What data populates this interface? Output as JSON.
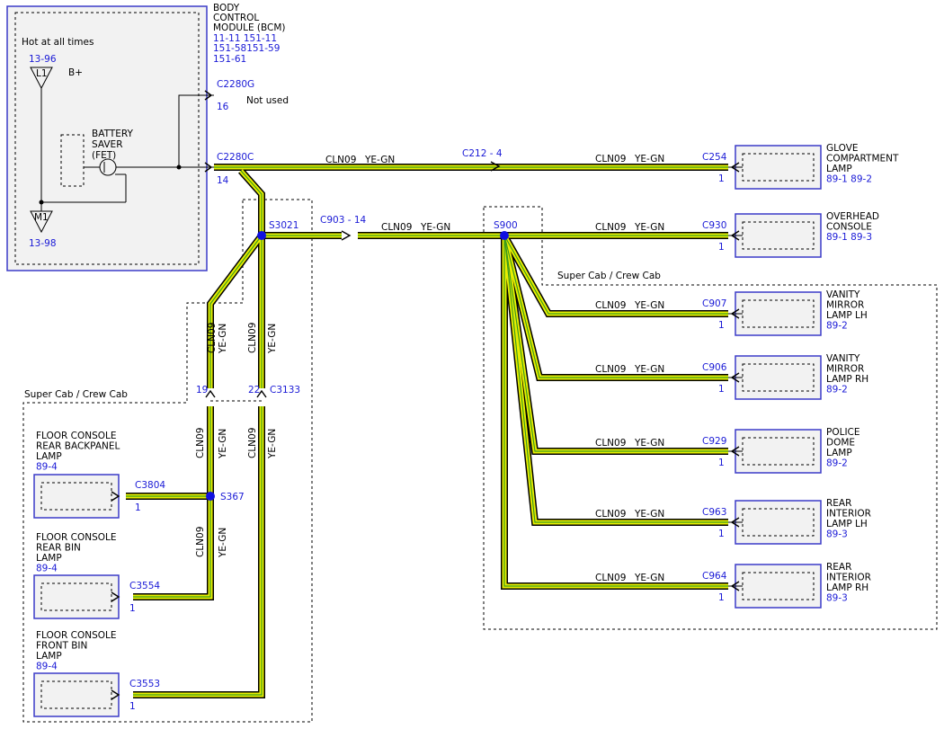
{
  "bcm": {
    "title": [
      "BODY",
      "CONTROL",
      "MODULE (BCM)"
    ],
    "refs": [
      "11-11  151-11",
      "151-58151-59",
      "151-61"
    ],
    "hot_label": "Hot at all times",
    "l1_ref": "13-96",
    "l1_label": "L1",
    "bplus": "B+",
    "battery_saver": [
      "BATTERY",
      "SAVER",
      "(FET)"
    ],
    "m1_label": "M1",
    "m1_ref": "13-98"
  },
  "connectors": {
    "c2280g": "C2280G",
    "c2280g_pin": "16",
    "not_used": "Not used",
    "c2280c": "C2280C",
    "c2280c_pin": "14",
    "c212": "C212 - 4",
    "c903": "C903 - 14",
    "s3021": "S3021",
    "s900": "S900",
    "s367": "S367",
    "pin19": "19",
    "pin22": "22",
    "c3133": "C3133"
  },
  "wire": {
    "circuit": "CLN09",
    "color": "YE-GN"
  },
  "regions": {
    "super_cab_right": "Super Cab / Crew Cab",
    "super_cab_left": "Super Cab / Crew Cab"
  },
  "right_components": [
    {
      "connector": "C254",
      "pin": "1",
      "name": [
        "GLOVE",
        "COMPARTMENT",
        "LAMP"
      ],
      "refs": "89-1  89-2"
    },
    {
      "connector": "C930",
      "pin": "1",
      "name": [
        "OVERHEAD",
        "CONSOLE"
      ],
      "refs": "89-1  89-3"
    },
    {
      "connector": "C907",
      "pin": "1",
      "name": [
        "VANITY",
        "MIRROR",
        "LAMP LH"
      ],
      "refs": "89-2"
    },
    {
      "connector": "C906",
      "pin": "1",
      "name": [
        "VANITY",
        "MIRROR",
        "LAMP RH"
      ],
      "refs": "89-2"
    },
    {
      "connector": "C929",
      "pin": "1",
      "name": [
        "POLICE",
        "DOME",
        "LAMP"
      ],
      "refs": "89-2"
    },
    {
      "connector": "C963",
      "pin": "1",
      "name": [
        "REAR",
        "INTERIOR",
        "LAMP LH"
      ],
      "refs": "89-3"
    },
    {
      "connector": "C964",
      "pin": "1",
      "name": [
        "REAR",
        "INTERIOR",
        "LAMP RH"
      ],
      "refs": "89-3"
    }
  ],
  "left_components": [
    {
      "connector": "C3804",
      "pin": "1",
      "name": [
        "FLOOR CONSOLE",
        "REAR BACKPANEL",
        "LAMP"
      ],
      "refs": "89-4"
    },
    {
      "connector": "C3554",
      "pin": "1",
      "name": [
        "FLOOR CONSOLE",
        "REAR BIN",
        "LAMP"
      ],
      "refs": "89-4"
    },
    {
      "connector": "C3553",
      "pin": "1",
      "name": [
        "FLOOR CONSOLE",
        "FRONT BIN",
        "LAMP"
      ],
      "refs": "89-4"
    }
  ],
  "colors": {
    "wire_yellow": "#e8ee00",
    "wire_green": "#3c9a1c",
    "ref_blue": "#1a1ad6",
    "module_border": "#3b3bc8"
  }
}
